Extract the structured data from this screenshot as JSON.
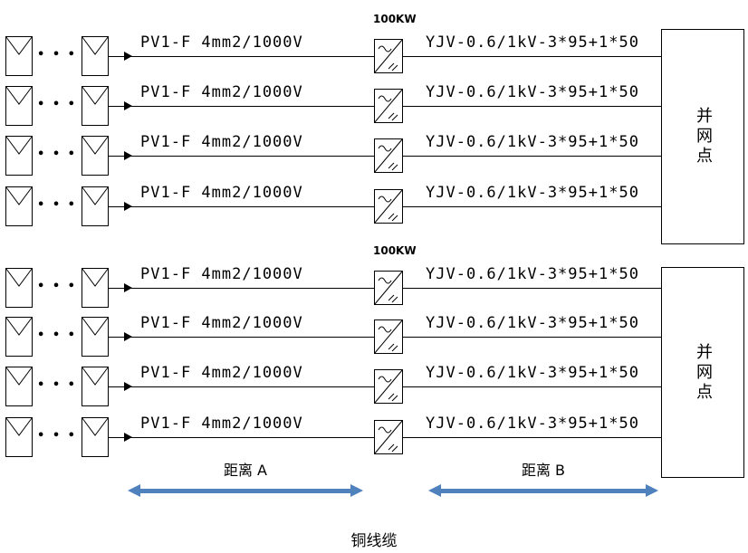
{
  "diagram": {
    "dots": "• • •",
    "groups": [
      {
        "power_label": "100KW",
        "grid_point_label": "并网点",
        "rows": [
          {
            "pv_cable": "PV1-F 4mm2/1000V",
            "ac_cable": "YJV-0.6/1kV-3*95+1*50"
          },
          {
            "pv_cable": "PV1-F 4mm2/1000V",
            "ac_cable": "YJV-0.6/1kV-3*95+1*50"
          },
          {
            "pv_cable": "PV1-F 4mm2/1000V",
            "ac_cable": "YJV-0.6/1kV-3*95+1*50"
          },
          {
            "pv_cable": "PV1-F 4mm2/1000V",
            "ac_cable": "YJV-0.6/1kV-3*95+1*50"
          }
        ]
      },
      {
        "power_label": "100KW",
        "grid_point_label": "并网点",
        "rows": [
          {
            "pv_cable": "PV1-F 4mm2/1000V",
            "ac_cable": "YJV-0.6/1kV-3*95+1*50"
          },
          {
            "pv_cable": "PV1-F 4mm2/1000V",
            "ac_cable": "YJV-0.6/1kV-3*95+1*50"
          },
          {
            "pv_cable": "PV1-F 4mm2/1000V",
            "ac_cable": "YJV-0.6/1kV-3*95+1*50"
          },
          {
            "pv_cable": "PV1-F 4mm2/1000V",
            "ac_cable": "YJV-0.6/1kV-3*95+1*50"
          }
        ]
      }
    ],
    "distance_a_label": "距离 A",
    "distance_b_label": "距离 B",
    "bottom_label": "铜线缆",
    "colors": {
      "line": "#000000",
      "distance_arrow": "#4f81bd"
    }
  }
}
